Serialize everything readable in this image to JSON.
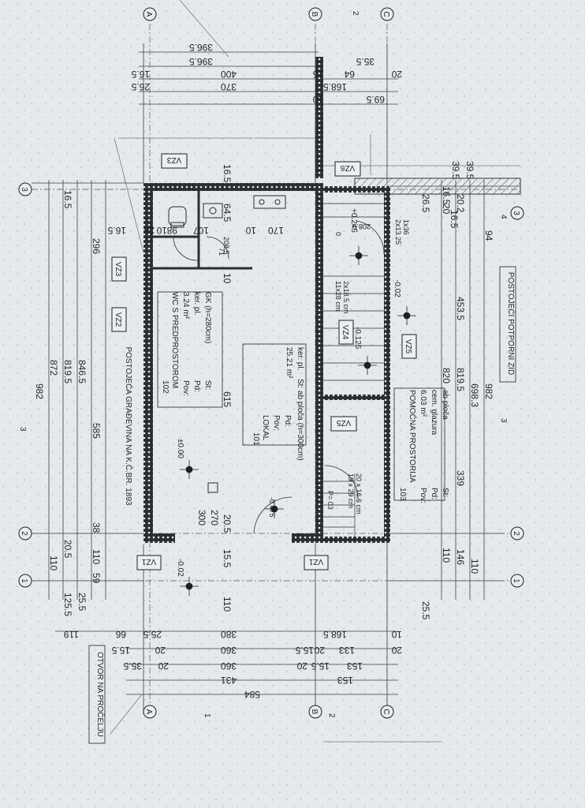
{
  "labels": {
    "neighbor_building": "POSTOJEĆA GRAĐEVINA NA K.Č.BR. 1893",
    "retaining_wall": "POSTOJEĆI POTPORNI ZID",
    "facade_opening": "OTVOR NA PROČELJU"
  },
  "rooms": {
    "wc": {
      "num": "102",
      "name": "WC S PREDPROSTOROM",
      "l1": "Pov:",
      "v1": "3.24 m²",
      "l2": "Pd:",
      "v2": "ker. pl.",
      "l3": "St:",
      "v3": "GK (h=280cm)"
    },
    "lokal": {
      "num": "101",
      "name": "LOKAL",
      "l1": "Pov:",
      "v1": "25.21 m²",
      "l2": "Pd:",
      "v2": "ker. pl.",
      "l3": "St: ab ploča (h=300cm)"
    },
    "pomocna": {
      "num": "103",
      "name": "POMOĆNA PROSTORIJA",
      "l1": "Pov:",
      "v1": "6.03 m²",
      "l2": "Pd:",
      "v2": "cem. glazura",
      "l3": "St:",
      "v3": "ab ploča"
    }
  },
  "tags": {
    "vz1a": "VZ1",
    "vz1b": "VZ1",
    "vz2": "VZ2",
    "vz3a": "VZ3",
    "vz3b": "VZ3",
    "vz4": "VZ4",
    "vz5a": "VZ5",
    "vz5b": "VZ5",
    "vz6": "VZ6"
  },
  "levels": {
    "zero": "±0.00",
    "entry": "-0.02",
    "lokal_door": "-0.02",
    "stair_mid": "-0.125",
    "stair_top": "+0.245",
    "pomocna_door": "-0.475"
  },
  "stairs": {
    "upper": "2x18.5 cm",
    "upper2": "11x28 cm",
    "lower": "20 x 16.6 cm",
    "lower2": "19 x 29 cm",
    "p03": "P= 03",
    "small1": "2x13.25",
    "small2": "1x36"
  },
  "axes": {
    "a": "A",
    "b": "B",
    "c": "C",
    "n1": "1",
    "n2": "2",
    "n3": "3",
    "sec1": "1",
    "sec2": "2",
    "sec3": "3",
    "sec4": "4"
  },
  "dims": {
    "top1": "396.5",
    "top2": "396.5",
    "top3": "35.5",
    "top4": "16.5",
    "top5": "400",
    "top6": "15",
    "top7": "64",
    "top8": "20",
    "top9": "26.5",
    "top10": "370",
    "top11": "10",
    "top12": "168.5",
    "top13": "69.5",
    "bot1": "119",
    "bot2": "66",
    "bot3": "25.5",
    "bot4": "380",
    "bot5": "168.5",
    "bot6": "10",
    "bot7": "15.5",
    "bot8": "20",
    "bot9": "360",
    "bot10": "15.5",
    "bot11": "20",
    "bot12": "133",
    "bot13": "20",
    "bot14": "35.5",
    "bot15": "20",
    "bot16": "360",
    "bot17": "20",
    "bot18": "153",
    "bot19": "15.5",
    "bot20": "431",
    "bot21": "153",
    "bot22": "584",
    "l1": "982",
    "l2": "872",
    "l3": "819.5",
    "l4": "846.5",
    "l5": "585",
    "l6": "296",
    "l7": "16.5",
    "l8": "38",
    "l9": "110",
    "l10": "20.5",
    "l11": "110",
    "l12": "125.5",
    "l13": "25.5",
    "l14": "59",
    "r1": "982",
    "r2": "820",
    "r3": "819.5",
    "r4": "698.3",
    "r5": "453.5",
    "r6": "339",
    "r7": "146",
    "r8": "110",
    "r9": "110",
    "r10": "25.5",
    "r11": "94",
    "r12": "39.5",
    "r13": "39.5",
    "r14": "26.5",
    "r15": "16.5",
    "r16": "20",
    "r17": "20.2",
    "i1": "16.5",
    "i2": "98",
    "i3": "28",
    "i4": "10",
    "i5": "107",
    "i6": "64.5",
    "i7": "10",
    "i8": "170",
    "i9": "208.5",
    "i10": "71",
    "i11": "10",
    "i12": "615",
    "i13": "300",
    "i14": "270",
    "i15": "20.5",
    "i16": "15.5",
    "i17": "110",
    "i18": "16.5",
    "i19": "0",
    "i20": "208.5",
    "i21": "16.5"
  }
}
